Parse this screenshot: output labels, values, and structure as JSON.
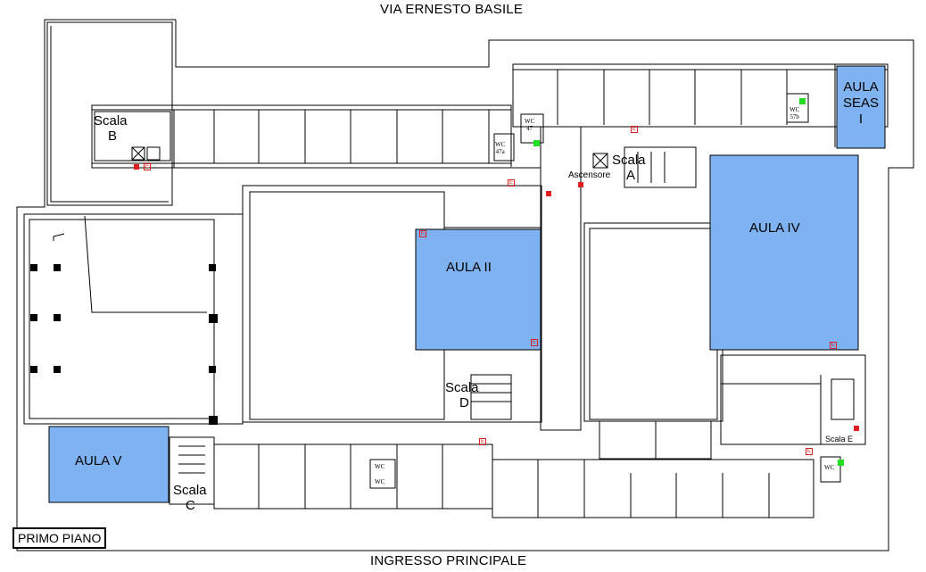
{
  "streets": {
    "top": "VIA ERNESTO BASILE",
    "bottom": "INGRESSO PRINCIPALE"
  },
  "floor_label": "PRIMO PIANO",
  "classrooms": {
    "aula_seas": [
      "AULA",
      "SEAS",
      "I"
    ],
    "aula_ii": "AULA II",
    "aula_iv": "AULA IV",
    "aula_v": "AULA V"
  },
  "stairs": {
    "a": [
      "Scala",
      "A"
    ],
    "b": [
      "Scala",
      "B"
    ],
    "c": [
      "Scala",
      "C"
    ],
    "d": [
      "Scala",
      "D"
    ],
    "e": "Scala E"
  },
  "elevator": "Ascensore",
  "restrooms": {
    "wc_47": [
      "WC",
      "47"
    ],
    "wc_47a": [
      "WC",
      "47a"
    ],
    "wc_57b": [
      "WC",
      "57b"
    ],
    "wc_generic": "WC"
  },
  "extinguisher_marker": "E",
  "colors": {
    "classroom_fill": "#7fb2f0",
    "extinguisher": "#e02020",
    "hydrant": "#22dd22",
    "walls": "#000000"
  }
}
